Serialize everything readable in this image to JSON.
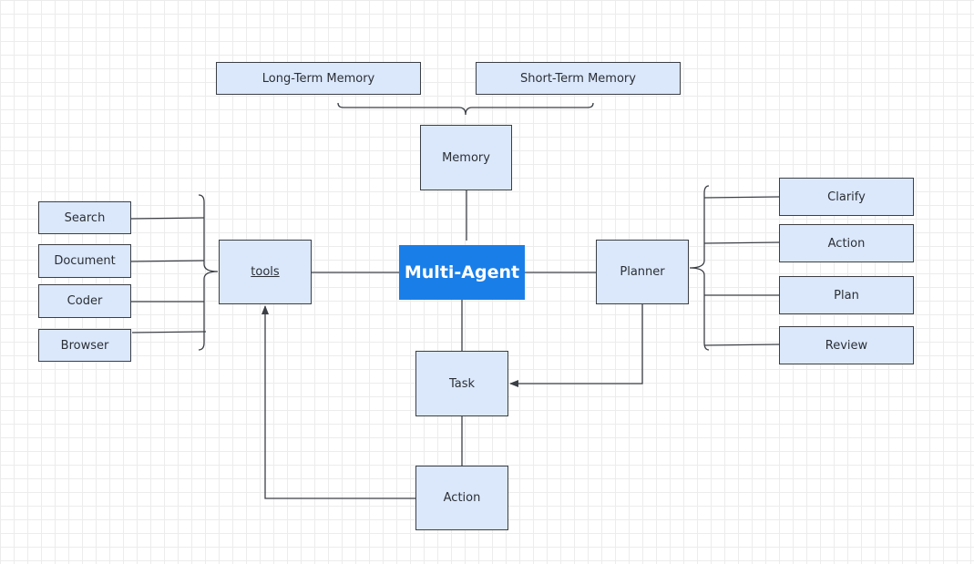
{
  "nodes": {
    "center": "Multi-Agent",
    "memory": "Memory",
    "long_term_memory": "Long-Term Memory",
    "short_term_memory": "Short-Term Memory",
    "tools": "tools",
    "search": "Search",
    "document": "Document",
    "coder": "Coder",
    "browser": "Browser",
    "planner": "Planner",
    "clarify": "Clarify",
    "action_plan": "Action",
    "plan": "Plan",
    "review": "Review",
    "task": "Task",
    "action": "Action"
  },
  "colors": {
    "node_fill": "#dbe8fb",
    "node_border": "#3b3f45",
    "center_fill": "#1a7ee8",
    "center_text": "#ffffff",
    "line": "#3b3f45",
    "grid": "#ececec"
  }
}
